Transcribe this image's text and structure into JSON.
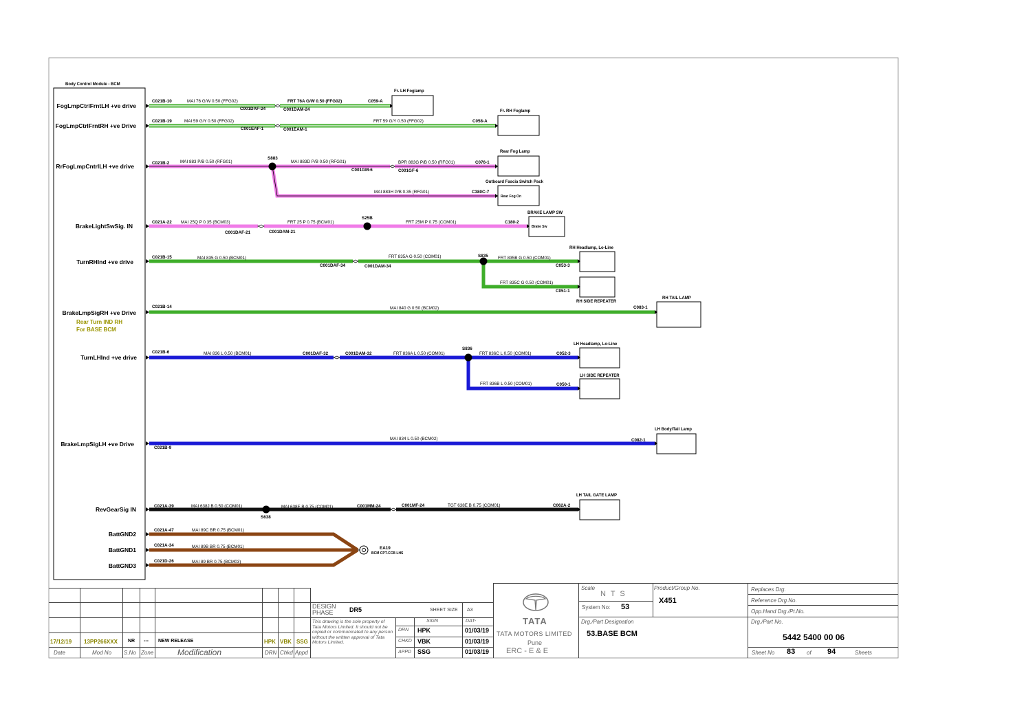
{
  "bcm": {
    "title": "Body Control Module - BCM",
    "signals": [
      "FogLmpCtrlFrntLH +ve drive",
      "FogLmpCtrlFrntRH +ve Drive",
      "RrFogLmpCntrlLH +ve drive",
      "BrakeLightSwSig. IN",
      "TurnRHInd +ve drive",
      "BrakeLmpSigRH +ve Drive",
      "TurnLHInd +ve drive",
      "BrakeLmpSigLH +ve Drive",
      "RevGearSig IN",
      "BattGND2",
      "BattGND1",
      "BattGND3"
    ],
    "note_lines": [
      "Rear Turn IND RH",
      "For BASE BCM"
    ]
  },
  "colors": {
    "green": "#3fae2a",
    "pink": "#f07ce8",
    "blue": "#1a1ad6",
    "black": "#111111",
    "brown": "#8b4513",
    "node": "#000000"
  },
  "circuits": {
    "fog_lh": {
      "bcm_conn": "C021B-10",
      "mai": "MAI  76  G/W  0.50  (FFG02)",
      "inline_f": "C001DAF-24",
      "inline_m": "C001DAM-24",
      "frt": "FRT  76A  G/W  0.50  (FFG02)",
      "load_conn": "C059-A",
      "load": "Fr. LH Foglamp"
    },
    "fog_rh": {
      "bcm_conn": "C021B-19",
      "mai": "MAI  59  G/Y  0.50  (FFG02)",
      "inline_f": "C001EAF-1",
      "inline_m": "C001EAM-1",
      "frt": "FRT  59    G/Y  0.50  (FFG02)",
      "load_conn": "C058-A",
      "load": "Fr. RH Foglamp"
    },
    "rr_fog": {
      "bcm_conn": "C021B-2",
      "mai": "MAI  883  P/B  0.50  (RFG01)",
      "splice": "S883",
      "mai2": "MAI  883D  P/B  0.50  (RFG01)",
      "inline_m": "C001GM-6",
      "inline_f": "C001GF-6",
      "bpr": "BPR  883G  P/B  0.50  (RFG01)",
      "load_conn": "C076-1",
      "load": "Rear Fog Lamp",
      "branch": "MAI  883H  P/B  0.35  (RFG01)",
      "branch_conn": "C380C-7",
      "branch_load": "Outboard Fascia Switch Pack",
      "branch_pin": "Rear Fog On"
    },
    "brake_sw": {
      "bcm_conn": "C021A-22",
      "mai": "MAI  25Q  P  0.35  (BCM03)",
      "inline_f": "C001DAF-21",
      "inline_m": "C001DAM-21",
      "frt": "FRT  25  P  0.75  (BCM01)",
      "splice": "S25B",
      "frt2": "FRT  25M  P  0.75  (COM01)",
      "load_conn": "C180-2",
      "load": "BRAKE LAMP SW",
      "load_pin": "Brake Sw"
    },
    "turn_rh": {
      "bcm_conn": "C021B-15",
      "mai": "MAI  835  G  0.50  (BCM01)",
      "inline_f": "C001DAF-34",
      "inline_m": "C001DAM-34",
      "frt": "FRT  835A  G  0.50  (COM01)",
      "splice": "S835",
      "frt2": "FRT  835B  G  0.50  (COM01)",
      "load_conn": "C053-3",
      "load": "RH Headlamp, Lo-Line",
      "branch": "FRT  835C  G  0.50  (COM01)",
      "branch_conn": "C051-1",
      "branch_load": "RH SIDE REPEATER"
    },
    "brake_rh": {
      "bcm_conn": "C021B-14",
      "mai": "MAI  840  G  0.50  (BCM02)",
      "load_conn": "C083-1",
      "load": "RH TAIL LAMP"
    },
    "turn_lh": {
      "bcm_conn": "C021B-6",
      "mai": "MAI  836  L  0.50  (BCM01)",
      "inline_f": "C001DAF-32",
      "inline_m": "C001DAM-32",
      "frt": "FRT  836A  L  0.50  (COM01)",
      "splice": "S836",
      "frt2": "FRT  836C  L  0.50  (COM01)",
      "load_conn": "C052-3",
      "load": "LH Headlamp, Lo-Line",
      "branch": "FRT  836B  L  0.50  (COM01)",
      "branch_conn": "C050-1",
      "branch_load": "LH SIDE REPEATER"
    },
    "brake_lh": {
      "bcm_conn": "C021B-9",
      "mai": "MAI  834  L  0.50  (BCM02)",
      "load_conn": "C082-1",
      "load": "LH Body/Tail Lamp"
    },
    "rev": {
      "bcm_conn": "C021A-39",
      "mai": "MAI  638J  B  0.50  (COM01)",
      "splice": "S638",
      "mai2": "MAI  638E  B  0.75  (COM01)",
      "inline_m": "C001MM-24",
      "inline_f": "C001MF-24",
      "tgt": "TGT  638E  B  0.75  (COM01)",
      "load_conn": "C062A-2",
      "load": "LH TAIL GATE LAMP"
    },
    "gnd": {
      "w1_conn": "C021A-47",
      "w1": "MAI       89C  BR  0.75  (BCM01)",
      "w2_conn": "C021A-34",
      "w2": "MAI       89B  BR  0.75  (BCM01)",
      "w3_conn": "C021D-26",
      "w3": "MAI       89  BR  0.75  (BCM03)",
      "eyelet": "EA19",
      "eyelet_loc": "BCM CPT-CCB LHS"
    }
  },
  "title_block": {
    "revision": {
      "date": "17/12/19",
      "mod_no": "13PP266XXX",
      "s_no": "NR",
      "zone": "---",
      "modification": "NEW RELEASE",
      "drn": "HPK",
      "chkd": "VBK",
      "appd": "SSG"
    },
    "rev_headers": [
      "Date",
      "Mod No",
      "S.No",
      "Zone",
      "Modification",
      "DRN",
      "Chkd",
      "Appd"
    ],
    "design_phase_label": "DESIGN PHASE",
    "design_phase": "DR5",
    "sheet_size_label": "SHEET SIZE",
    "sheet_size": "A3",
    "sign_label": "SIGN",
    "date_label": "DAT-",
    "disclaimer": "This drawing is the sole property of Tata Motors Limited. It should not be copied or communicated to any person without the written approval of Tata Motors Limited.",
    "approvals": [
      {
        "role": "DRN",
        "sign": "HPK",
        "date": "01/03/19"
      },
      {
        "role": "CHKD",
        "sign": "VBK",
        "date": "01/03/19"
      },
      {
        "role": "APPD",
        "sign": "SSG",
        "date": "01/03/19"
      }
    ],
    "company": "TATA MOTORS LIMITED",
    "brand": "TATA",
    "city": "Pune",
    "dept": "ERC - E & E",
    "scale_label": "Scale",
    "scale": "N T S",
    "system_label": "System No:",
    "system_no": "53",
    "product_label": "Product/Group No.",
    "product": "X451",
    "designation_label": "Drg./Part Designation",
    "designation": "53.BASE BCM",
    "replaces_label": "Replaces Drg.",
    "reference_label": "Reference Drg.No.",
    "opp_label": "Opp.Hand Drg./Pt.No.",
    "drg_no_label": "Drg./Part No.",
    "drg_no": "5442 5400 00 06",
    "sheet_label": "Sheet No",
    "sheet_no": "83",
    "of_label": "of",
    "total": "94",
    "sheets_label": "Sheets"
  }
}
